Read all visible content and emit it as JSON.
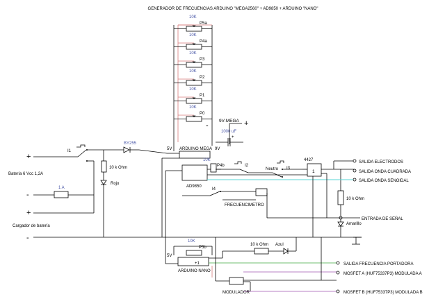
{
  "title": "GENERADOR DE FRECUENCIAS ARDUINO \"MEGA2560\" + AD9850 + ARDUINO \"NANO\"",
  "pots": [
    {
      "value": "10K",
      "name": "P5a"
    },
    {
      "value": "10K",
      "name": "P4a"
    },
    {
      "value": "10K",
      "name": "P3"
    },
    {
      "value": "10K",
      "name": "P2"
    },
    {
      "value": "10K",
      "name": "P1"
    },
    {
      "value": "10K",
      "name": "P0"
    }
  ],
  "pot_p4b": {
    "value": "10K",
    "name": "P4b"
  },
  "pot_p5b": {
    "value": "10K",
    "name": "P5b"
  },
  "supply": {
    "mega_label": "9V-MEGA",
    "cap_value": "1000 uF",
    "diode_label": "BY255",
    "rail_5v": "5V",
    "rail_9v": "9V",
    "rail_5v_nano": "5V",
    "plus": "+",
    "minus": "-"
  },
  "battery": {
    "label": "Batería 6 Vcc 1,2A",
    "charger_label": "Cargador de batería",
    "plus": "+",
    "minus": "-",
    "fuse_label": "1 A"
  },
  "switches": {
    "i1": "I1",
    "i2": "I2",
    "i3": "I3",
    "i4": "I4",
    "i3_pos": "Neutro"
  },
  "resistors": {
    "r_red": "10 k Ohm",
    "r_amber": "10 k Ohm",
    "r_blue": "10 k Ohm"
  },
  "leds": {
    "red": "Rojo",
    "amber": "Amarillo",
    "blue": "Azul"
  },
  "modules": {
    "mega": "ARDUINO MEGA",
    "ad9850": "AD9850",
    "frecuencimetro": "FRECUENCIMETRO",
    "nano": "ARDUINO NANO",
    "modulador": "MODULADOR",
    "chip": "4427",
    "gate_label": "1",
    "nano_sym": "+1"
  },
  "outputs": [
    "SALIDA ELECTRODOS",
    "SALIDA ONDA CUADRADA",
    "SALIDA ONDA SENOIDAL",
    "ENTRADA DE SEÑAL",
    "SALIDA FRECUENCIA PORTADORA",
    "MOSFET A (HUF75337P3) MODULADA A",
    "MOSFET B (HUF75337P3) MODULADA B"
  ],
  "colors": {
    "wire": "#000000",
    "wire_red": "#d77a7a",
    "wire_cyan": "#5ad6d6",
    "wire_green": "#6fbf6f",
    "wire_purple": "#b980c6",
    "label_blue": "#4a58a8"
  }
}
